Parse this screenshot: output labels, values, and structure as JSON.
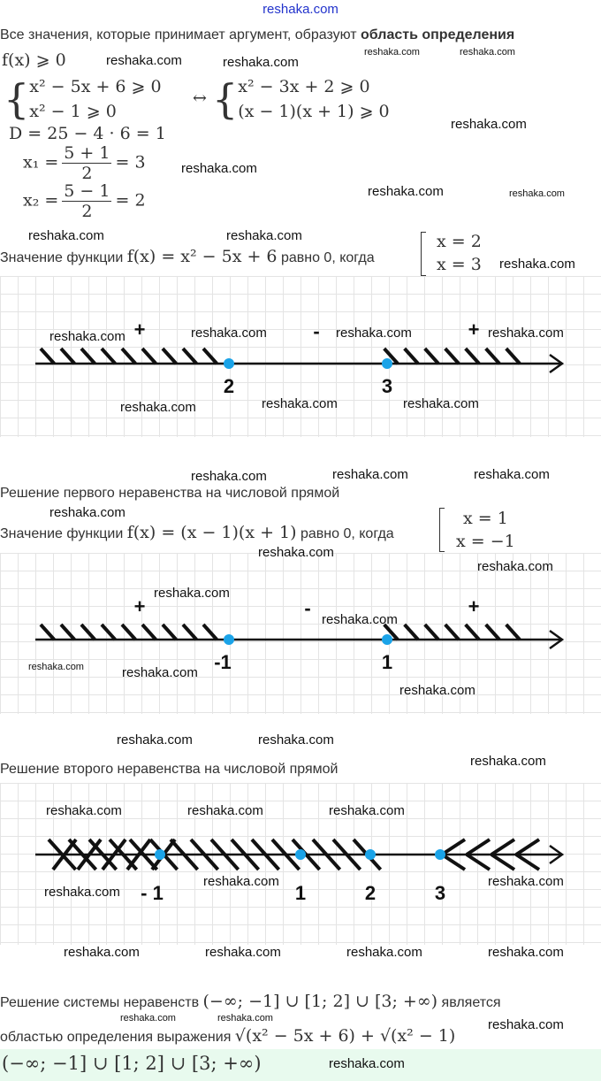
{
  "site": "reshaka.com",
  "watermark": "reshaka.com",
  "intro": {
    "text": "Все значения, которые принимает аргумент, образуют ",
    "bold": "область определения"
  },
  "math": {
    "cond": "f(x)  ⩾  0",
    "sys1": [
      "x² − 5x + 6  ⩾  0",
      "x² − 1  ⩾  0"
    ],
    "equiv": "↔",
    "sys2": [
      "x² − 3x + 2  ⩾  0",
      "(x − 1)(x + 1)  ⩾  0"
    ],
    "disc": "D = 25 − 4 · 6 = 1",
    "x1": {
      "lhs": "x₁ =",
      "num": "5 + 1",
      "den": "2",
      "rhs": "= 3"
    },
    "x2": {
      "lhs": "x₂ =",
      "num": "5 − 1",
      "den": "2",
      "rhs": "= 2"
    }
  },
  "roots1": {
    "text": "Значение функции ",
    "expr": "f(x) = x² − 5x + 6",
    "mid": " равно 0, когда",
    "cases": [
      "x = 2",
      "x = 3"
    ]
  },
  "graph1": {
    "signs": [
      "+",
      "-",
      "+"
    ],
    "labels": [
      "2",
      "3"
    ],
    "accent": "#1aa3e8"
  },
  "caption1": "Решение первого неравенства на числовой прямой",
  "roots2": {
    "text": "Значение функции ",
    "expr": "f(x) = (x − 1)(x + 1)",
    "mid": " равно 0, когда",
    "cases": [
      "x = 1",
      "x = −1"
    ]
  },
  "graph2": {
    "signs": [
      "+",
      "-",
      "+"
    ],
    "labels": [
      "-1",
      "1"
    ]
  },
  "caption2": "Решение второго неравенства на числовой прямой",
  "graph3": {
    "labels": [
      "- 1",
      "1",
      "2",
      "3"
    ]
  },
  "conclusion": {
    "line1a": "Решение системы неравенств ",
    "interval": "(−∞; −1] ∪ [1; 2] ∪ [3; +∞)",
    "line1b": " является",
    "line2": "областью определения выражения ",
    "expr": "√(x² − 5x + 6) + √(x² − 1)"
  },
  "answer": "(−∞; −1] ∪ [1; 2] ∪ [3; +∞)"
}
